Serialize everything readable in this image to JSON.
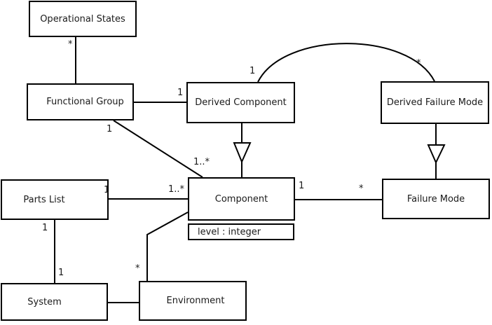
{
  "diagram": {
    "kind": "uml-class-diagram",
    "colors": {
      "background": "#ffffff",
      "stroke": "#000000",
      "text": "#1a1a1a"
    },
    "classes": [
      {
        "name": "Operational States"
      },
      {
        "name": "Functional Group"
      },
      {
        "name": "Derived Component"
      },
      {
        "name": "Derived Failure Mode"
      },
      {
        "name": "Parts List"
      },
      {
        "name": "Component",
        "attributes": [
          "level : integer"
        ]
      },
      {
        "name": "Failure Mode"
      },
      {
        "name": "System"
      },
      {
        "name": "Environment"
      }
    ],
    "relationships": [
      {
        "from": "Operational States",
        "to": "Functional Group",
        "type": "association",
        "from_mult": "*"
      },
      {
        "from": "Derived Component",
        "to": "Functional Group",
        "type": "association",
        "from_mult": "1"
      },
      {
        "from": "Functional Group",
        "to": "Component",
        "type": "association",
        "from_mult": "1",
        "to_mult": "1..*"
      },
      {
        "from": "Derived Component",
        "to": "Derived Failure Mode",
        "type": "association",
        "style": "arc",
        "from_mult": "1",
        "to_mult": "*"
      },
      {
        "from": "Derived Component",
        "to": "Component",
        "type": "generalization"
      },
      {
        "from": "Derived Failure Mode",
        "to": "Failure Mode",
        "type": "generalization"
      },
      {
        "from": "Parts List",
        "to": "Component",
        "type": "association",
        "from_mult": "1",
        "to_mult": "1..*"
      },
      {
        "from": "Component",
        "to": "Failure Mode",
        "type": "association",
        "from_mult": "1",
        "to_mult": "*"
      },
      {
        "from": "Parts List",
        "to": "System",
        "type": "association",
        "from_mult": "1",
        "to_mult": "1"
      },
      {
        "from": "Component",
        "to": "Environment",
        "type": "association",
        "to_mult": "*"
      },
      {
        "from": "System",
        "to": "Environment",
        "type": "association"
      }
    ]
  }
}
